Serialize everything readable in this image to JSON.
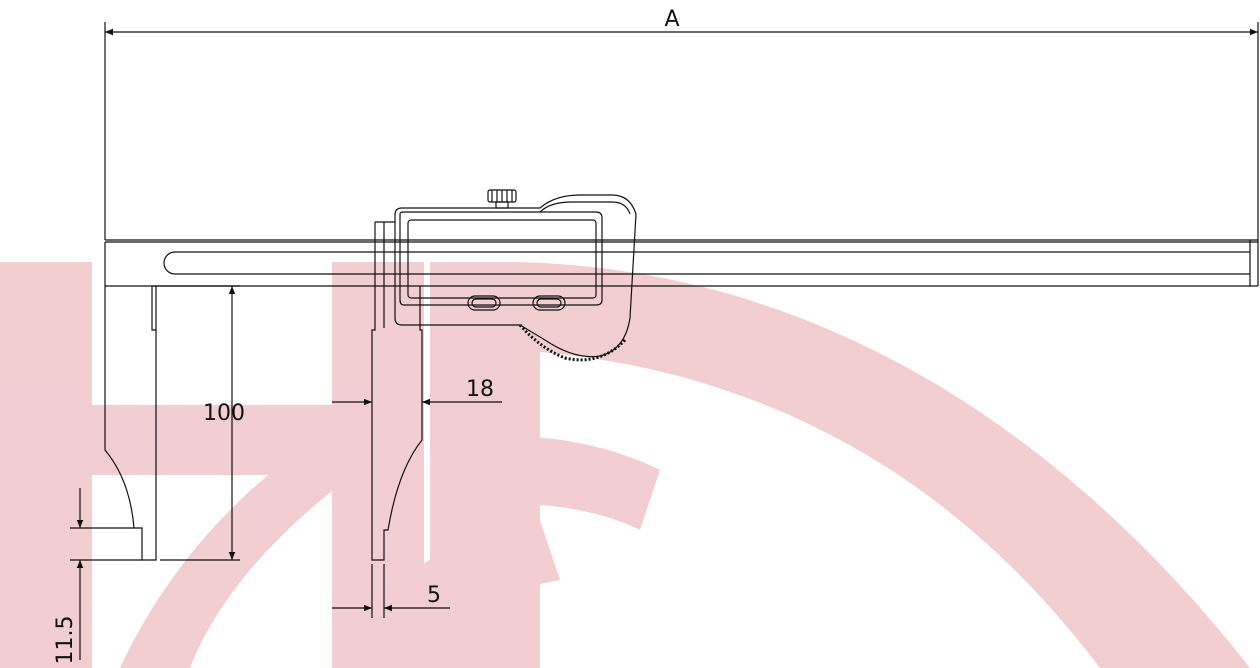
{
  "drawing": {
    "dimension_a": "A",
    "dimension_jaw_depth": "100",
    "dimension_jaw_width": "18",
    "dimension_tip_width": "5",
    "dimension_step_height": "11.5"
  },
  "colors": {
    "line": "#111111",
    "watermark": "#e8a6ac",
    "watermark_light": "#f6dfe1"
  },
  "watermark_icon": "logo-watermark"
}
